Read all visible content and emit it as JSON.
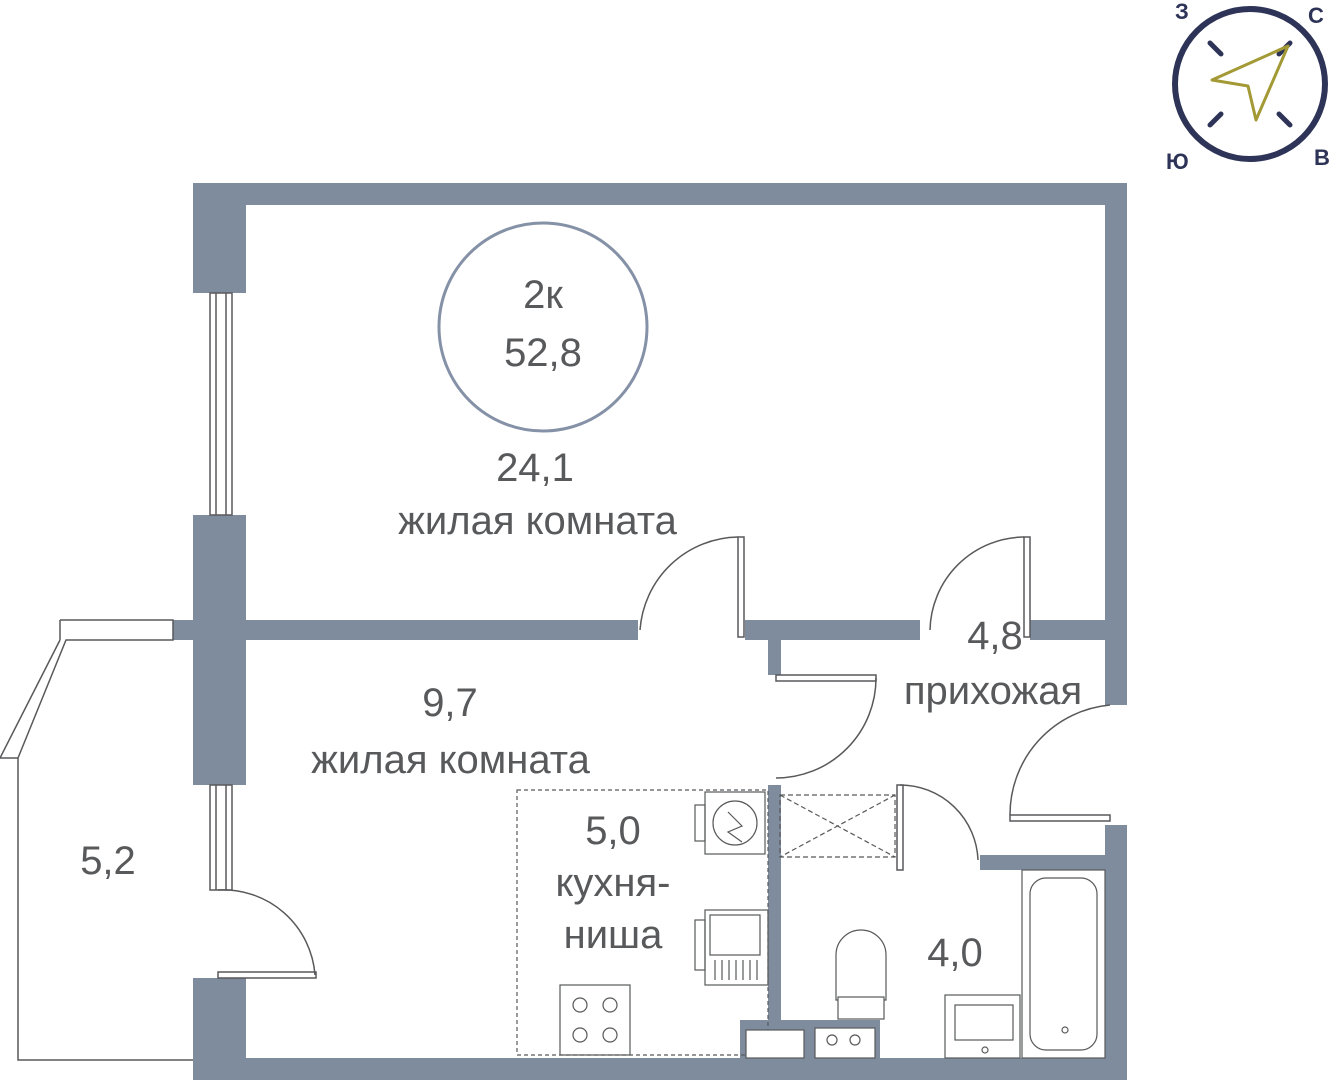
{
  "apartment": {
    "rooms": "2к",
    "total_area": "52,8"
  },
  "rooms": [
    {
      "id": "living-large",
      "area": "24,1",
      "name": "жилая комната"
    },
    {
      "id": "living-small",
      "area": "9,7",
      "name": "жилая комната"
    },
    {
      "id": "hallway",
      "area": "4,8",
      "name": "прихожая"
    },
    {
      "id": "kitchen",
      "area": "5,0",
      "name_line1": "кухня-",
      "name_line2": "ниша"
    },
    {
      "id": "bathroom",
      "area": "4,0"
    },
    {
      "id": "balcony",
      "area": "5,2"
    }
  ],
  "compass": {
    "west": "З",
    "north": "С",
    "south": "Ю",
    "east": "В"
  },
  "colors": {
    "wall": "#7f8c9e",
    "line": "#58595b",
    "compass_ring": "#2e3457",
    "compass_arrow": "#a39a35",
    "badge_ring": "#8591a6"
  }
}
